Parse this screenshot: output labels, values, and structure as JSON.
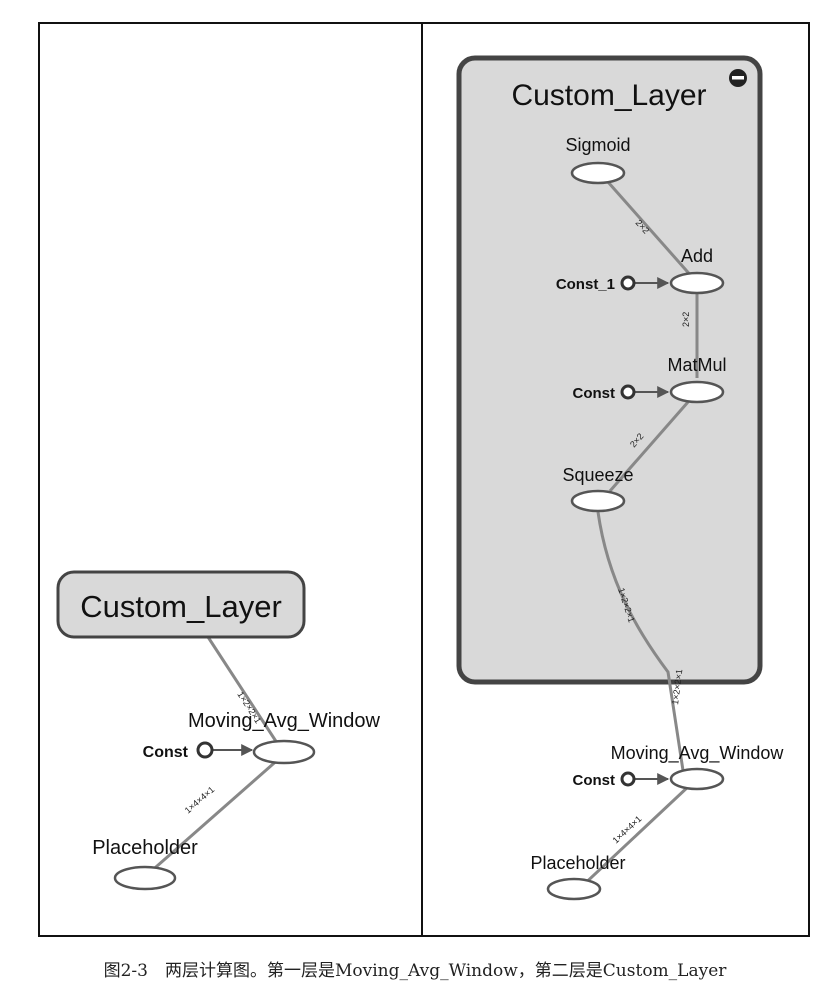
{
  "left_graph": {
    "collapsed_group_label": "Custom_Layer",
    "nodes": {
      "moving_avg": "Moving_Avg_Window",
      "const": "Const",
      "placeholder": "Placeholder"
    },
    "edges": {
      "custom_to_moving": "1×2×2×1",
      "placeholder_to_moving": "1×4×4×1"
    }
  },
  "right_graph": {
    "expanded_group_label": "Custom_Layer",
    "nodes": {
      "sigmoid": "Sigmoid",
      "add": "Add",
      "const_1": "Const_1",
      "matmul": "MatMul",
      "const": "Const",
      "squeeze": "Squeeze",
      "moving_avg": "Moving_Avg_Window",
      "const_outer": "Const",
      "placeholder": "Placeholder"
    },
    "edges": {
      "sigmoid_add": "2×2",
      "add_matmul": "2×2",
      "matmul_squeeze": "2×2",
      "squeeze_moving": "1×2×2×1",
      "moving_group": "1×2×2×1",
      "placeholder_moving": "1×4×4×1"
    }
  },
  "caption": "图2-3　两层计算图。第一层是Moving_Avg_Window，第二层是Custom_Layer",
  "colors": {
    "group_fill": "#d9d9d9",
    "group_stroke": "#444444",
    "edge": "#888888",
    "node_stroke": "#444444"
  }
}
